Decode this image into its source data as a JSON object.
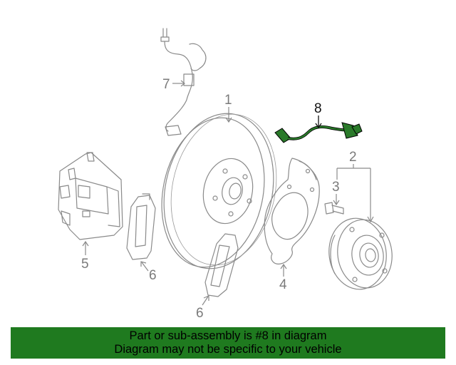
{
  "diagram": {
    "callouts": {
      "c1": "1",
      "c2": "2",
      "c3": "3",
      "c4": "4",
      "c5": "5",
      "c6a": "6",
      "c6b": "6",
      "c7": "7",
      "c8": "8"
    },
    "highlight_color": "#2a7a2a",
    "line_color": "#8a8a8a"
  },
  "banner": {
    "line1": "Part or sub-assembly is #8 in diagram",
    "line2": "Diagram may not be specific to your vehicle",
    "background": "#1f7a1f"
  }
}
